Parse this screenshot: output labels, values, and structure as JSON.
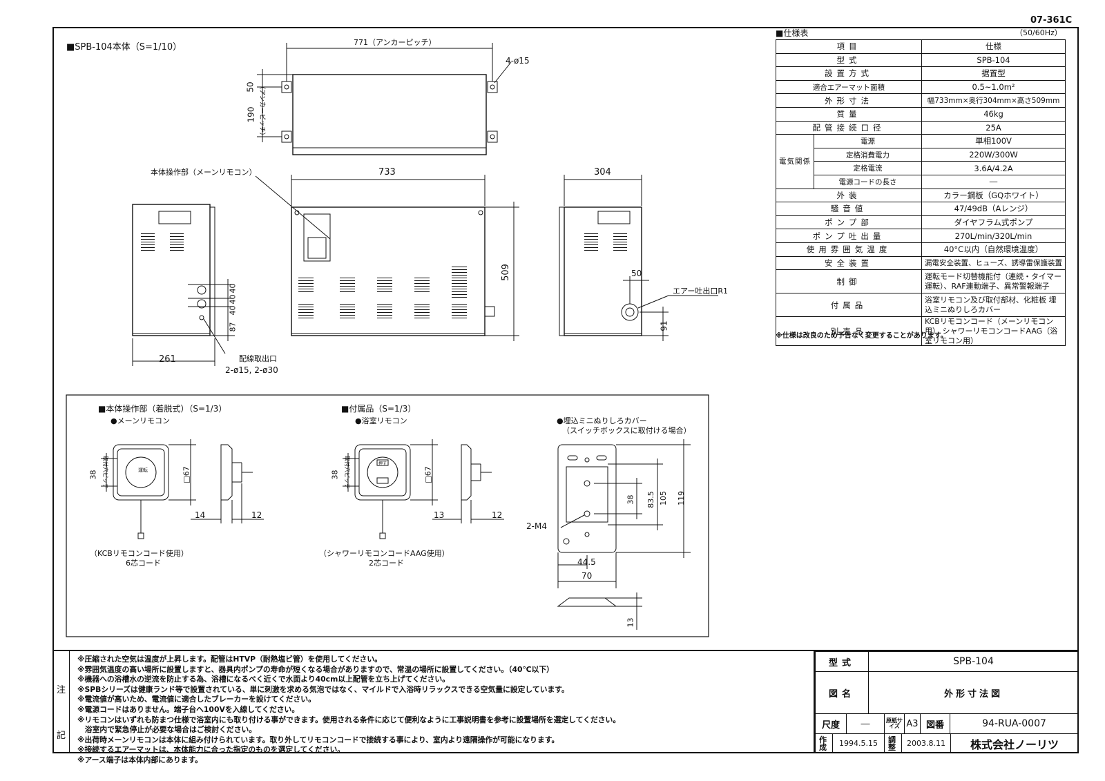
{
  "doc_code": "07-361C",
  "main_view": {
    "title": "■SPB-104本体（S=1/10）",
    "anchor_pitch": "771（アンカーピッチ）",
    "holes": "4-ø15",
    "dim_50_top": "50",
    "dim_190": "190",
    "anchor_pitch_v": "（アンカーピッチ）",
    "remote_callout": "本体操作部（メーンリモコン）",
    "width": "733",
    "depth": "304",
    "height": "509",
    "side_depth": "261",
    "dim_40a": "40",
    "dim_40b": "40",
    "dim_40c": "40",
    "dim_87": "87",
    "wiring_label": "配線取出口",
    "wiring_sizes": "2-ø15, 2-ø30",
    "air_outlet": "エアー吐出口R1",
    "dim_50_side": "50",
    "dim_91": "91"
  },
  "spec_table": {
    "title": "■仕様表",
    "freq": "（50/60Hz）",
    "head_item": "項目",
    "head_spec": "仕様",
    "elec_group": "電気関係",
    "rows": [
      {
        "k": "型式",
        "v": "SPB-104"
      },
      {
        "k": "設置方式",
        "v": "据置型"
      },
      {
        "k": "適合エアーマット面積",
        "v": "0.5~1.0m²"
      },
      {
        "k": "外形寸法",
        "v": "幅733mm×奥行304mm×高さ509mm"
      },
      {
        "k": "質量",
        "v": "46kg"
      },
      {
        "k": "配管接続口径",
        "v": "25A"
      }
    ],
    "elec_rows": [
      {
        "k": "電源",
        "v": "単相100V"
      },
      {
        "k": "定格消費電力",
        "v": "220W/300W"
      },
      {
        "k": "定格電流",
        "v": "3.6A/4.2A"
      },
      {
        "k": "電源コードの長さ",
        "v": "―"
      }
    ],
    "rows2": [
      {
        "k": "外装",
        "v": "カラー鋼板（GQホワイト）"
      },
      {
        "k": "騒音値",
        "v": "47/49dB（Aレンジ）"
      },
      {
        "k": "ポンプ部",
        "v": "ダイヤフラム式ポンプ"
      },
      {
        "k": "ポンプ吐出量",
        "v": "270L/min/320L/min"
      },
      {
        "k": "使用雰囲気温度",
        "v": "40°C以内（自然環境温度）"
      },
      {
        "k": "安全装置",
        "v": "漏電安全装置、ヒューズ、誘導雷保護装置"
      },
      {
        "k": "制御",
        "v": "運転モード切替機能付（連続・タイマー運転）、RAF連動端子、異常警報端子"
      },
      {
        "k": "付属品",
        "v": "浴室リモコン及び取付部材、化粧板 埋込ミニぬりしろカバー"
      },
      {
        "k": "別売品",
        "v": "KCBリモコンコード（メーンリモコン用） シャワーリモコンコードAAG（浴室リモコン用）"
      }
    ],
    "footnote": "※仕様は改良のため予告なく変更することがあります。"
  },
  "sub_views": {
    "remote_title": "■本体操作部（着脱式）（S=1/3）",
    "main_remote": "●メーンリモコン",
    "acc_title": "■付属品（S=1/3）",
    "bath_remote": "●浴室リモコン",
    "cover_title": "●埋込ミニぬりしろカバー",
    "cover_sub": "（スイッチボックスに取付ける場合）",
    "d38": "38",
    "pitch": "取付穴ピッチ",
    "d67": "□67",
    "d14": "14",
    "d12": "12",
    "d13": "13",
    "d12b": "12",
    "kcb": "（KCBリモコンコード使用）",
    "kcb_core": "6芯コード",
    "aag": "（シャワーリモコンコードAAG使用）",
    "aag_core": "2芯コード",
    "unten": "運転",
    "push": "押す",
    "d83": "83.5",
    "d105": "105",
    "d119": "119",
    "d38c": "38",
    "m4": "2-M4",
    "d44": "44.5",
    "d70": "70",
    "d13c": "13"
  },
  "notes": {
    "label": "注記",
    "lines": [
      "※圧縮された空気は温度が上昇します。配管はHTVP（耐熱塩ビ管）を使用してください。",
      "※雰囲気温度の高い場所に設置しますと、器具内ポンプの寿命が短くなる場合がありますので、常温の場所に設置してください。（40℃以下）",
      "※機器への浴槽水の逆流を防止する為、浴槽になるべく近くで水面より40cm以上配管を立ち上げてください。",
      "※SPBシリーズは健康ランド等で設置されている、単に刺激を求める気泡ではなく、マイルドで入浴時リラックスできる空気量に設定しています。",
      "※電流値が高いため、電流値に適合したブレーカーを設けてください。",
      "※電源コードはありません。端子台へ100Vを入線してください。",
      "※リモコンはいずれも防まつ仕様で浴室内にも取り付ける事ができます。使用される条件に応じて便利なように工事説明書を参考に設置場所を選定してください。",
      "　浴室内で緊急停止が必要な場合はご検討ください。",
      "※出荷時メーンリモコンは本体に組み付けられています。取り外してリモコンコードで接続する事により、室内より遠隔操作が可能になります。",
      "※接続するエアーマットは、本体能力に合った指定のものを選定してください。",
      "※アース端子は本体内部にあります。"
    ]
  },
  "title_block": {
    "model_label": "型式",
    "model": "SPB-104",
    "name_label": "図名",
    "name": "外形寸法図",
    "scale_label": "尺度",
    "scale": "―",
    "size_label": "原紙サイズ",
    "size": "A3",
    "num_label": "図番",
    "num": "94-RUA-0007",
    "made_label": "作成",
    "made": "1994.5.15",
    "adj_label": "調整",
    "adj": "2003.8.11",
    "company": "株式会社ノーリツ"
  }
}
